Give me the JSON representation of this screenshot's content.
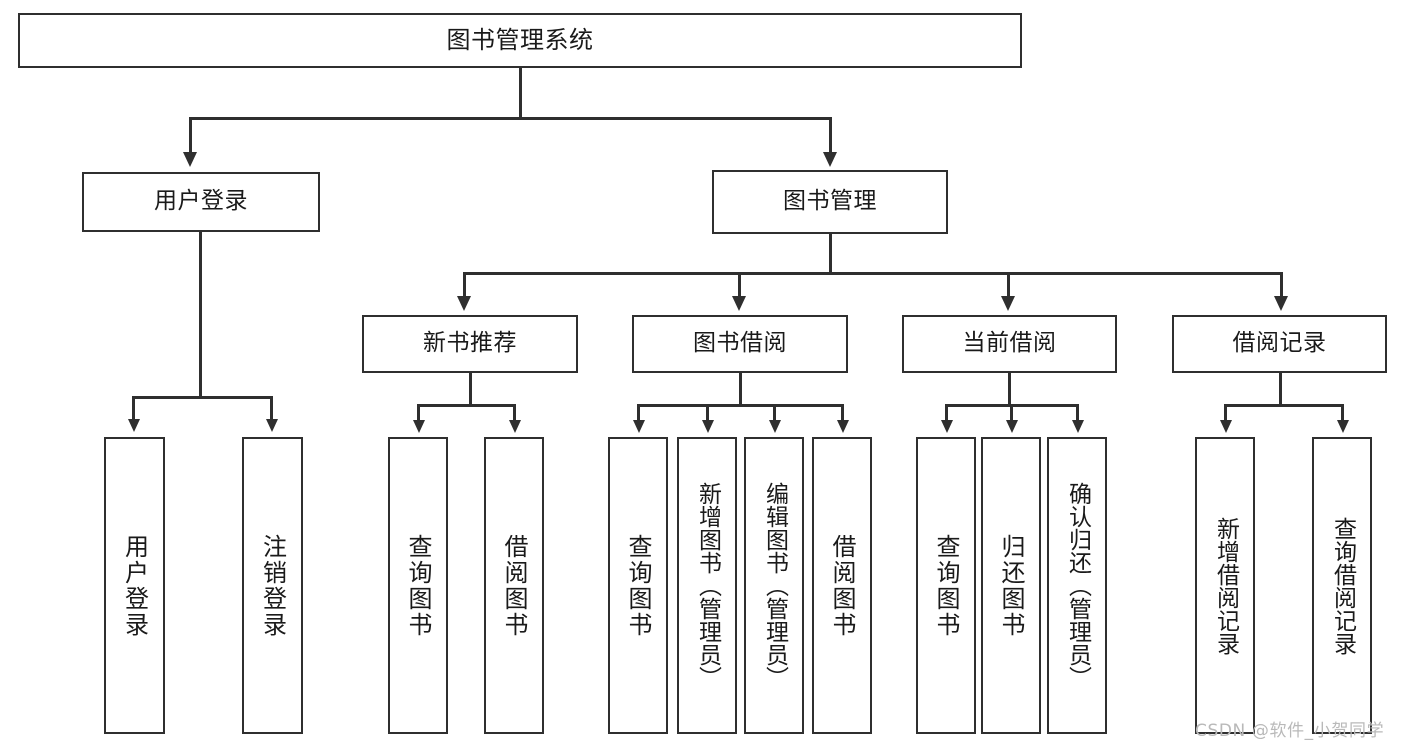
{
  "diagram": {
    "title": "图书管理系统",
    "root": {
      "label": "图书管理系统"
    },
    "level2": [
      {
        "label": "用户登录"
      },
      {
        "label": "图书管理"
      }
    ],
    "level3": [
      {
        "label": "新书推荐"
      },
      {
        "label": "图书借阅"
      },
      {
        "label": "当前借阅"
      },
      {
        "label": "借阅记录"
      }
    ],
    "leaves": {
      "user_login": [
        {
          "label": "用户登录"
        },
        {
          "label": "注销登录"
        }
      ],
      "new_book_recommend": [
        {
          "label": "查询图书"
        },
        {
          "label": "借阅图书"
        }
      ],
      "book_borrow": [
        {
          "label": "查询图书"
        },
        {
          "label": "新增图书（管理员）"
        },
        {
          "label": "编辑图书（管理员）"
        },
        {
          "label": "借阅图书"
        }
      ],
      "current_borrow": [
        {
          "label": "查询图书"
        },
        {
          "label": "归还图书"
        },
        {
          "label": "确认归还（管理员）"
        }
      ],
      "borrow_record": [
        {
          "label": "新增借阅记录"
        },
        {
          "label": "查询借阅记录"
        }
      ]
    }
  },
  "watermark": {
    "text": "CSDN @软件_小贺同学"
  },
  "colors": {
    "stroke": "#2f2f2f",
    "background": "#ffffff",
    "text": "#1a1a1a",
    "watermark": "#b9b9b9"
  }
}
